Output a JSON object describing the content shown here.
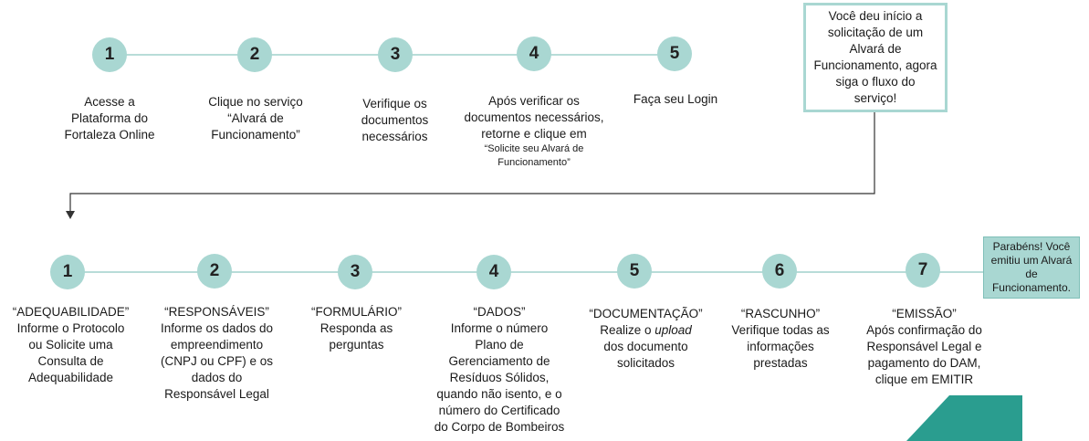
{
  "row1": {
    "steps": [
      {
        "number": "1",
        "lines": [
          "Acesse a",
          "Plataforma do",
          "Fortaleza Online"
        ]
      },
      {
        "number": "2",
        "lines": [
          "Clique no serviço",
          "“Alvará de",
          "Funcionamento”"
        ]
      },
      {
        "number": "3",
        "lines": [
          "Verifique os",
          "documentos",
          "necessários"
        ]
      },
      {
        "number": "4",
        "lines": [
          "Após verificar os",
          "documentos necessários,",
          "retorne e clique em"
        ],
        "small_lines": [
          "“Solicite seu Alvará de",
          "Funcionamento”"
        ]
      },
      {
        "number": "5",
        "lines": [
          "Faça seu Login"
        ]
      }
    ],
    "callout": "Você deu início a solicitação de um Alvará de Funcionamento, agora siga o fluxo do serviço!"
  },
  "row2": {
    "steps": [
      {
        "number": "1",
        "lines": [
          "“ADEQUABILIDADE”",
          "Informe o Protocolo",
          "ou Solicite uma",
          "Consulta de",
          "Adequabilidade"
        ]
      },
      {
        "number": "2",
        "lines": [
          "“RESPONSÁVEIS”",
          "Informe os dados do",
          "empreendimento",
          "(CNPJ ou CPF) e os",
          "dados do",
          "Responsável Legal"
        ]
      },
      {
        "number": "3",
        "lines": [
          "“FORMULÁRIO”",
          "Responda as",
          "perguntas"
        ]
      },
      {
        "number": "4",
        "lines": [
          "“DADOS”",
          "Informe o número",
          "Plano de",
          "Gerenciamento de",
          "Resíduos Sólidos,",
          "quando não isento, e o",
          "número do Certificado",
          "do Corpo de Bombeiros"
        ]
      },
      {
        "number": "5",
        "lines": [
          "“DOCUMENTAÇÃO”",
          "Realize o upload",
          "dos documento",
          "solicitados"
        ]
      },
      {
        "number": "6",
        "lines": [
          "“RASCUNHO”",
          "Verifique todas as",
          "informações",
          "prestadas"
        ]
      },
      {
        "number": "7",
        "lines": [
          "“EMISSÃO”",
          "Após confirmação do",
          "Responsável Legal e",
          "pagamento do DAM,",
          "clique em EMITIR"
        ]
      }
    ],
    "badge": "Parabéns! Você emitiu um Alvará de Funcionamento."
  },
  "colors": {
    "accent": "#a9d7d2",
    "line": "#b8dcd8",
    "teal_dark": "#2a9d8f"
  }
}
